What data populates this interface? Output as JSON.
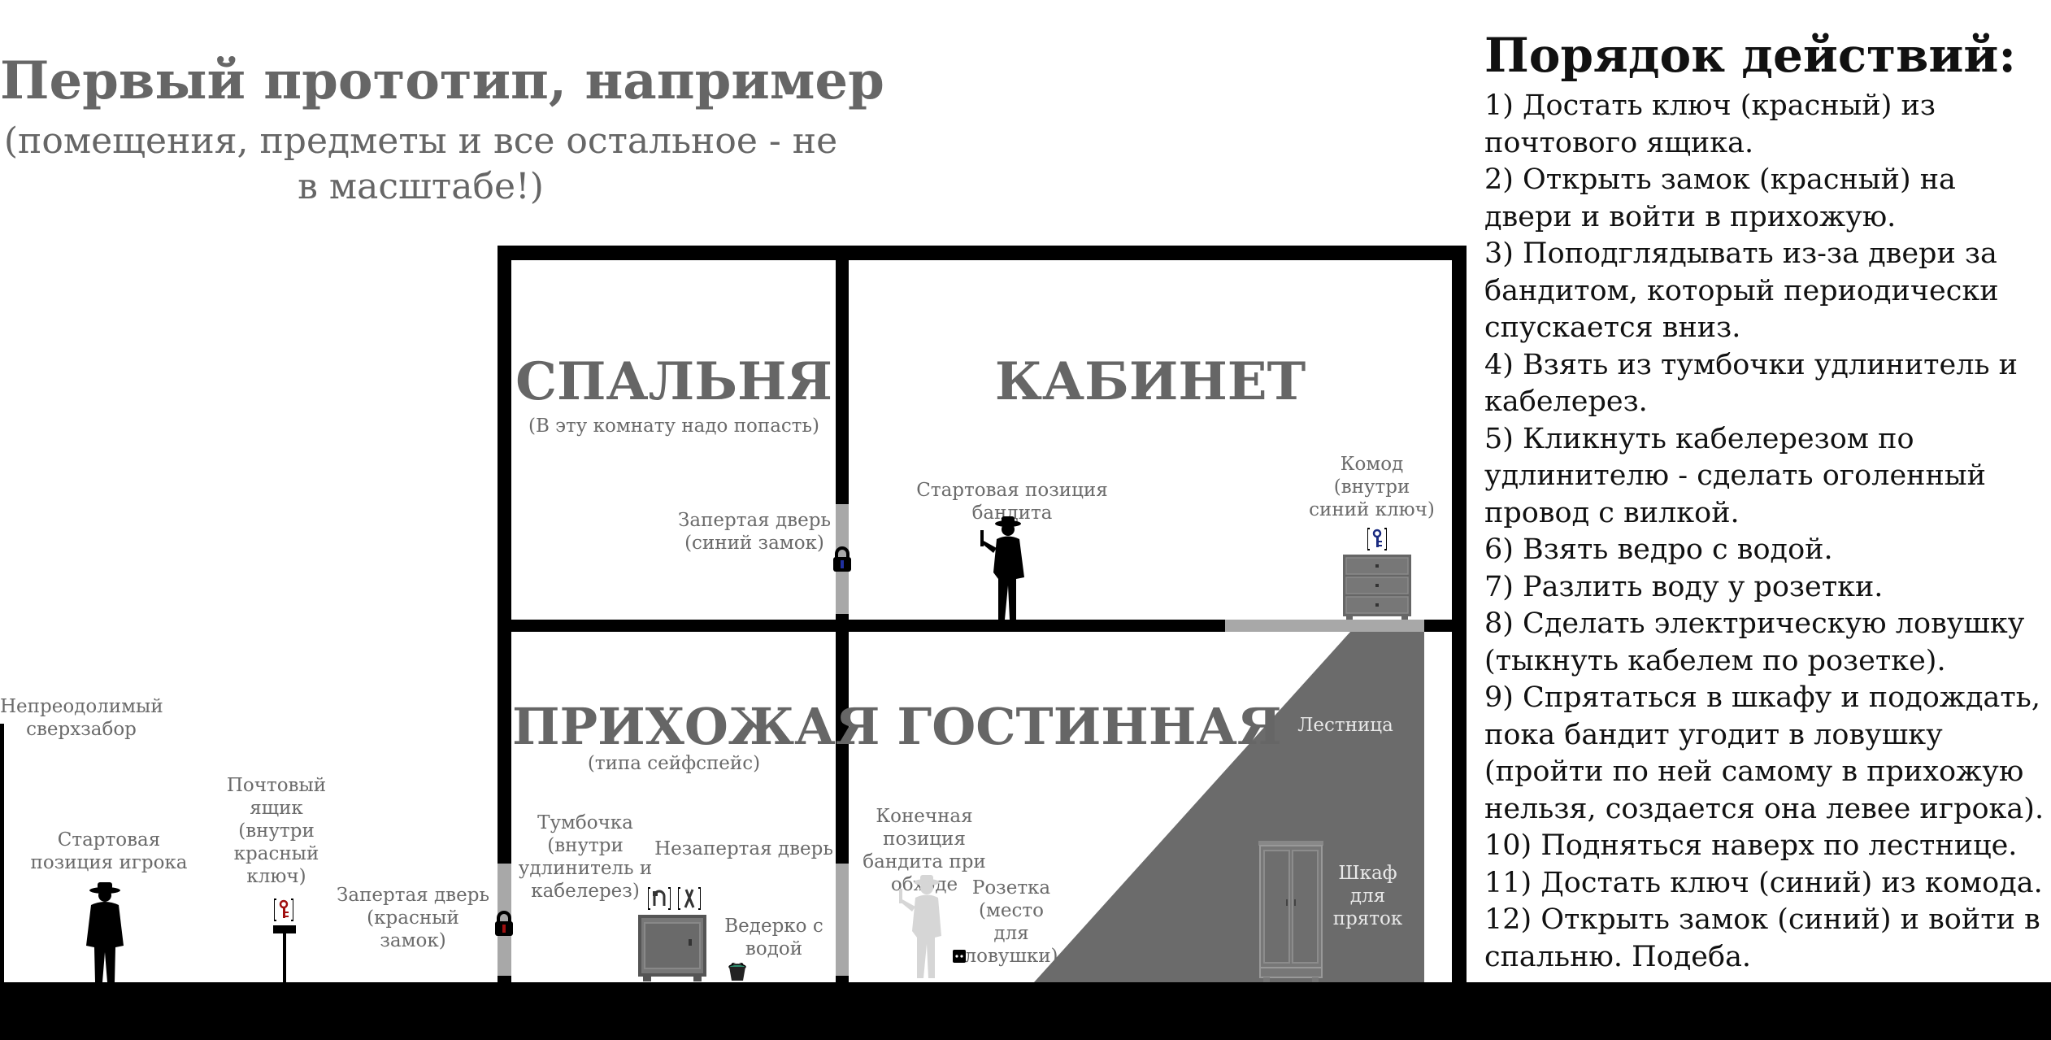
{
  "header": {
    "title": "Первый прототип, например",
    "subtitle": "(помещения, предметы и все остальное - не в масштабе!)"
  },
  "rooms": {
    "bedroom": {
      "name": "СПАЛЬНЯ",
      "note": "(В эту комнату надо попасть)"
    },
    "study": {
      "name": "КАБИНЕТ"
    },
    "hallway": {
      "name": "ПРИХОЖАЯ",
      "note": "(типа сейфспейс)"
    },
    "living": {
      "name": "ГОСТИННАЯ"
    }
  },
  "labels": {
    "fence": "Непреодолимый сверхзабор",
    "player_start": "Стартовая позиция игрока",
    "mailbox": "Почтовый ящик (внутри красный ключ)",
    "red_door": "Запертая дверь (красный замок)",
    "nightstand": "Тумбочка (внутри удлинитель и кабелерез)",
    "unlocked_door": "Незапертая дверь",
    "bucket": "Ведерко с водой",
    "bandit_end": "Конечная позиция бандита при обходе",
    "socket": "Розетка (место для ловушки)",
    "stairs": "Лестница",
    "wardrobe": "Шкаф для пряток",
    "blue_door": "Запертая дверь (синий замок)",
    "bandit_start": "Стартовая позиция бандита",
    "dresser": "Комод (внутри синий ключ)"
  },
  "steps": {
    "heading": "Порядок действий:",
    "items": [
      "1) Достать ключ (красный) из почтового ящика.",
      "2) Открыть замок (красный) на двери и войти в прихожую.",
      "3) Поподглядывать из-за двери за бандитом, который периодически спускается вниз.",
      "4) Взять из тумбочки удлинитель и кабелерез.",
      "5) Кликнуть кабелерезом по удлинителю - сделать оголенный провод с вилкой.",
      "6) Взять ведро с водой.",
      "7) Разлить воду у розетки.",
      "8) Сделать электрическую ловушку (тыкнуть кабелем по розетке).",
      "9) Спрятаться в шкафу и подождать, пока бандит угодит в ловушку (пройти по ней самому в прихожую нельзя, создается она левее игрока).",
      "10) Подняться наверх по лестнице.",
      "11) Достать ключ (синий) из комода.",
      "12) Открыть замок (синий) и войти в спальню. Подеба."
    ]
  },
  "colors": {
    "wall": "#000000",
    "door": "#a8a8a8",
    "stairs": "#6b6b6b",
    "red_key": "#a01010",
    "blue_key": "#1a2a80",
    "bucket_water": "#2f8f6f",
    "ghost": "#d6d6d6"
  },
  "icons": [
    "player-silhouette-icon",
    "mailbox-icon",
    "red-key-icon",
    "red-padlock-icon",
    "blue-padlock-icon",
    "nightstand-icon",
    "extension-cord-icon",
    "wire-cutter-icon",
    "bucket-icon",
    "bandit-icon",
    "bandit-ghost-icon",
    "socket-icon",
    "wardrobe-icon",
    "dresser-icon",
    "blue-key-icon"
  ]
}
